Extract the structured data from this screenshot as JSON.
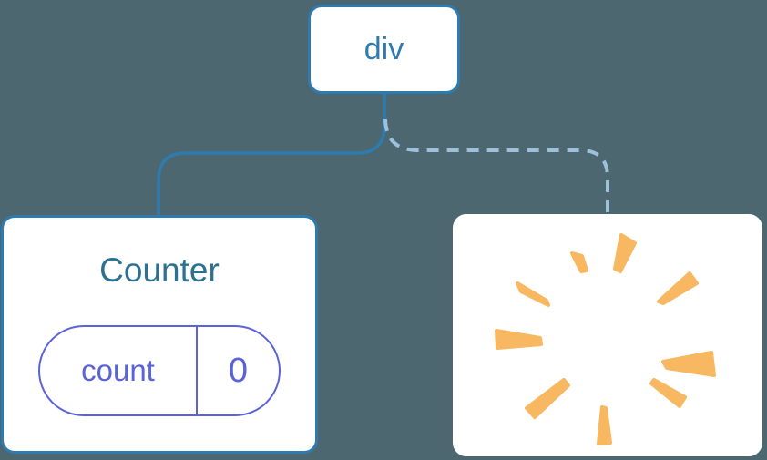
{
  "colors": {
    "background": "#4C6770",
    "card-bg": "#FFFFFF",
    "tree-line": "#2E7BAF",
    "tree-line-dashed": "#9DC1DA",
    "node-text": "#2E7BAF",
    "component-title": "#2C7092",
    "state-accent": "#5A63D9",
    "poof": "#F8B761"
  },
  "tree": {
    "root": {
      "label": "div"
    },
    "children": [
      {
        "type": "component",
        "title": "Counter",
        "state": {
          "key": "count",
          "value": "0"
        },
        "edge": "solid"
      },
      {
        "type": "removed",
        "icon": "poof",
        "edge": "dashed"
      }
    ]
  }
}
